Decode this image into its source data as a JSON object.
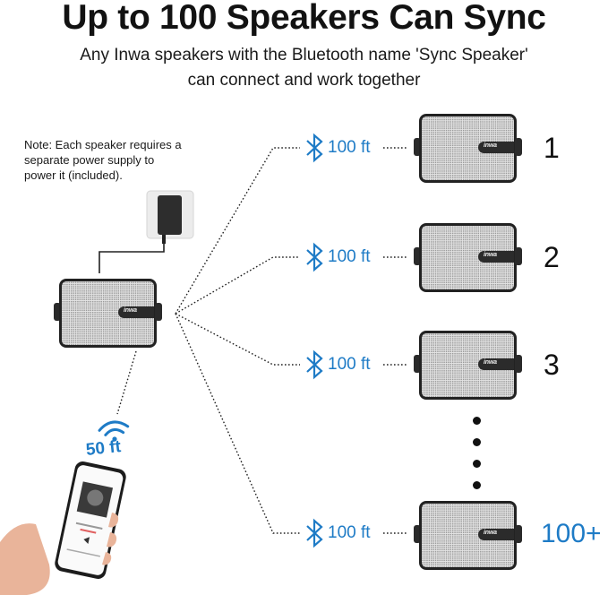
{
  "header": {
    "title": "Up to 100 Speakers Can Sync",
    "subtitle_line1": "Any Inwa speakers with the Bluetooth name 'Sync Speaker'",
    "subtitle_line2": "can connect and work together"
  },
  "note": {
    "line1": "Note: Each speaker requires a",
    "line2": "separate power supply to",
    "line3": "power it (included)."
  },
  "colors": {
    "accent_blue": "#1e7bc6",
    "text_dark": "#111111",
    "speaker_frame": "#222222",
    "speaker_grille": "#e4e4e4"
  },
  "source": {
    "device": "smartphone",
    "wifi_icon": "wifi-icon",
    "range_label": "50 ft",
    "main_speaker_logo": "inwa",
    "power_adapter": "power-adapter-icon"
  },
  "linked_speakers": [
    {
      "index_label": "1",
      "bt_icon": "bluetooth-icon",
      "range_label": "100 ft",
      "logo": "inwa"
    },
    {
      "index_label": "2",
      "bt_icon": "bluetooth-icon",
      "range_label": "100 ft",
      "logo": "inwa"
    },
    {
      "index_label": "3",
      "bt_icon": "bluetooth-icon",
      "range_label": "100 ft",
      "logo": "inwa"
    },
    {
      "index_label": "100+",
      "bt_icon": "bluetooth-icon",
      "range_label": "100 ft",
      "logo": "inwa"
    }
  ],
  "ellipsis_dots": 4
}
